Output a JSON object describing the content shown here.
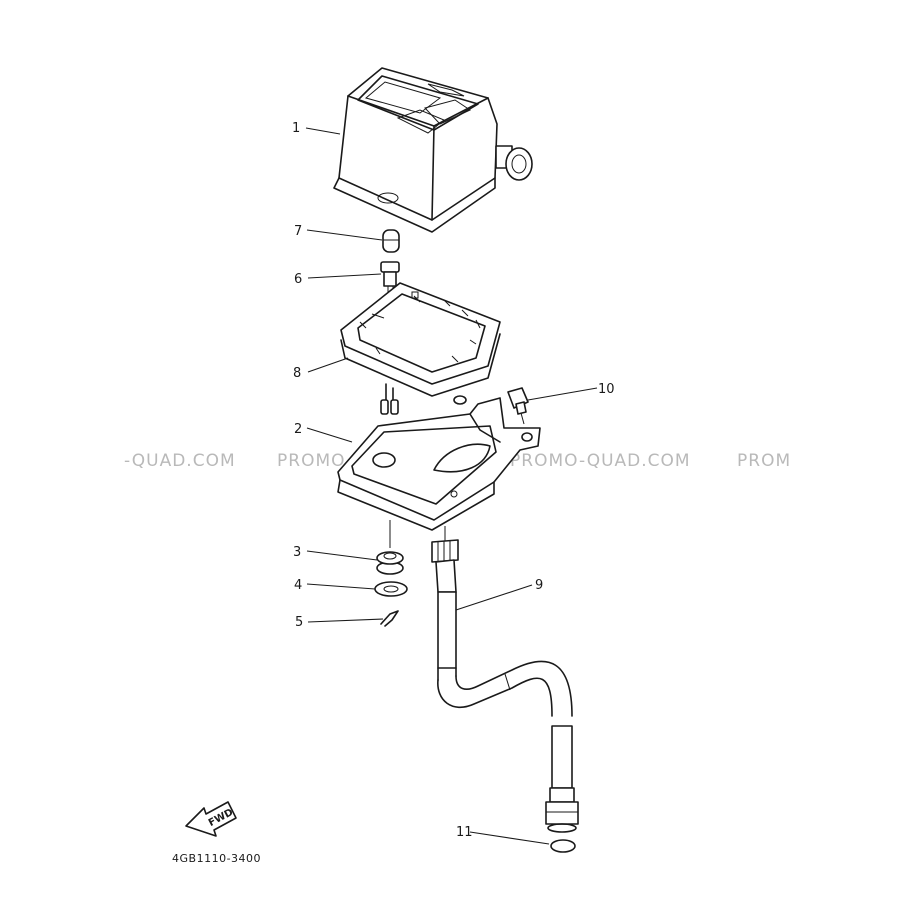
{
  "watermarks": [
    "-QUAD.COM",
    "PROMO-QUAD.COM",
    "PROMO-QUAD.COM",
    "PROM"
  ],
  "callouts": [
    "1",
    "7",
    "6",
    "8",
    "10",
    "2",
    "3",
    "4",
    "5",
    "9",
    "11"
  ],
  "fwd_badge": "FWD",
  "part_code": "4GB1110-3400",
  "colors": {
    "line": "#1a1a1a",
    "watermark": "#b9b9b9",
    "background": "#ffffff"
  }
}
